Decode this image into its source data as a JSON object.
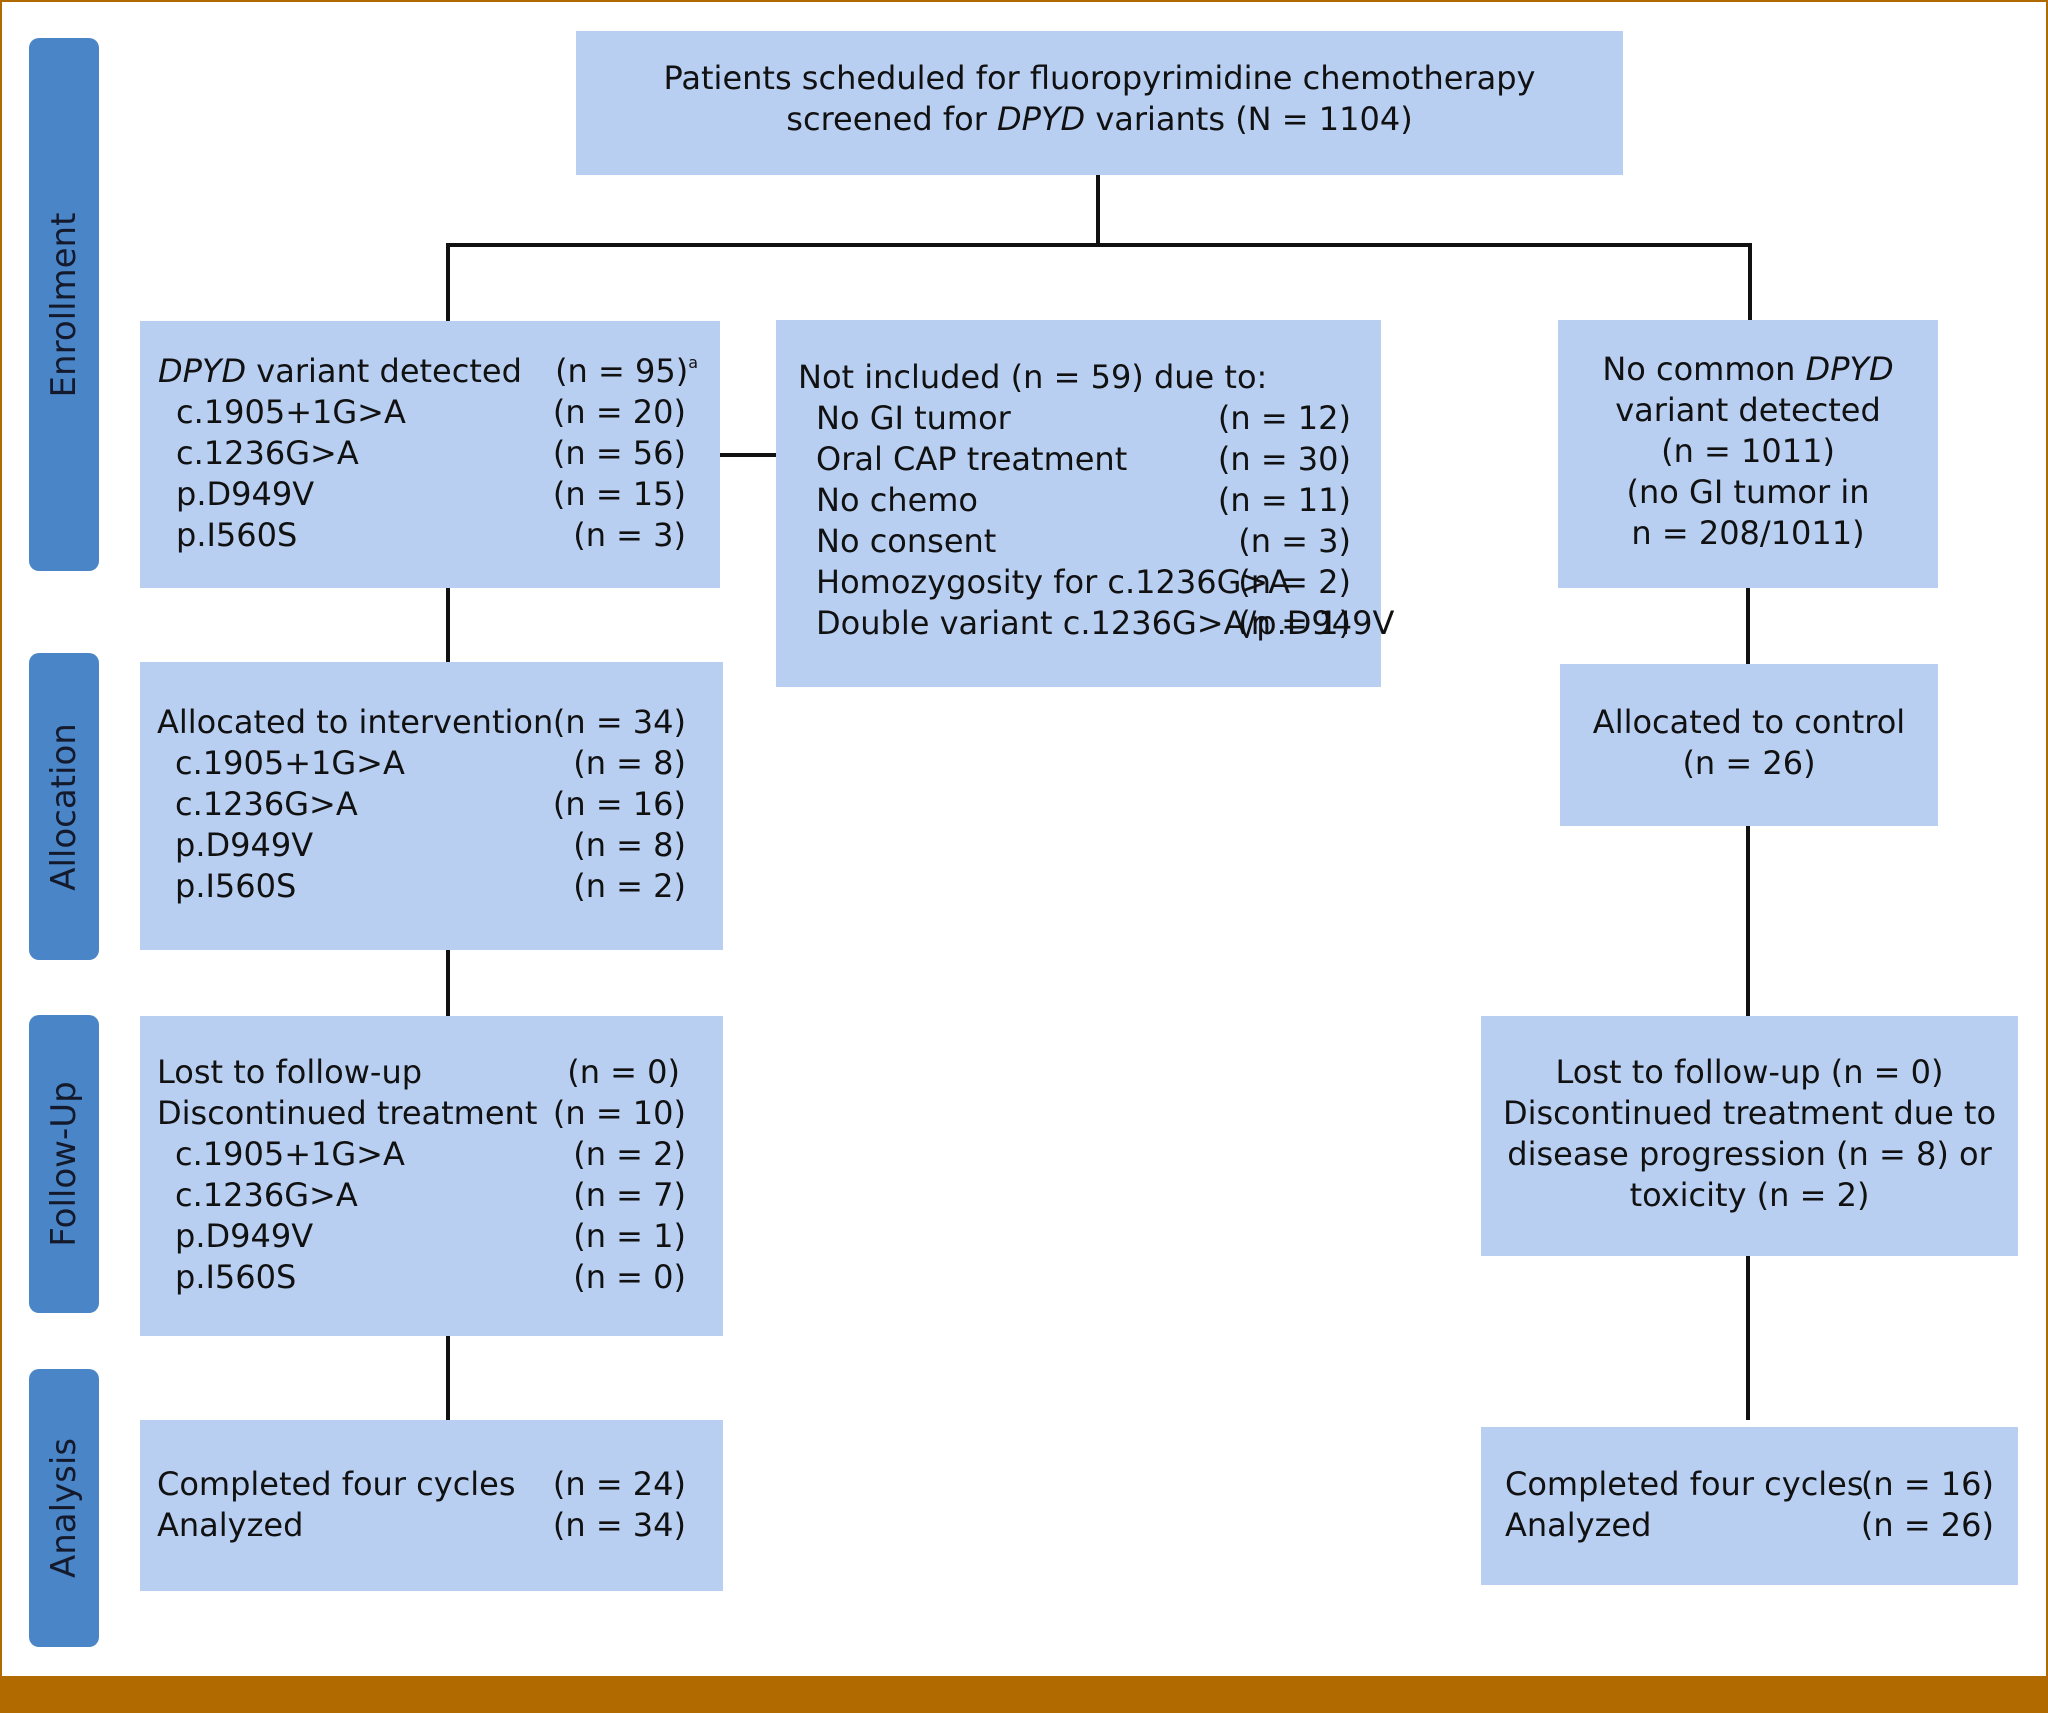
{
  "stages": {
    "enrollment": "Enrollment",
    "allocation": "Allocation",
    "followup": "Follow-Up",
    "analysis": "Analysis"
  },
  "screened": {
    "line1": "Patients scheduled for fluoropyrimidine chemotherapy",
    "line2_a": "screened for ",
    "line2_gene": "DPYD",
    "line2_b": " variants (N = 1104)"
  },
  "variant_detected": {
    "title_gene": "DPYD",
    "title_rest": " variant detected",
    "title_count": "(n = 95)",
    "footnote": "a",
    "rows": [
      {
        "label": "c.1905+1G>A",
        "count": "(n = 20)"
      },
      {
        "label": "c.1236G>A",
        "count": "(n = 56)"
      },
      {
        "label": "p.D949V",
        "count": "(n = 15)"
      },
      {
        "label": "p.I560S",
        "count": "(n = 3)"
      }
    ]
  },
  "not_included": {
    "title": "Not included (n = 59) due to:",
    "rows": [
      {
        "label": "No GI tumor",
        "count": "(n = 12)"
      },
      {
        "label": "Oral CAP treatment",
        "count": "(n = 30)"
      },
      {
        "label": "No chemo",
        "count": "(n = 11)"
      },
      {
        "label": "No consent",
        "count": "(n = 3)"
      },
      {
        "label": "Homozygosity for c.1236G>A",
        "count": "(n = 2)"
      },
      {
        "label": "Double variant c.1236G>A/p.D949V",
        "count": "(n = 1)"
      }
    ]
  },
  "no_variant": {
    "line1_a": "No common ",
    "line1_gene": "DPYD",
    "line2": "variant detected",
    "line3": "(n = 1011)",
    "line4": "(no GI tumor in",
    "line5": "n = 208/1011)"
  },
  "allocated_intervention": {
    "title": "Allocated to intervention",
    "title_count": "(n = 34)",
    "rows": [
      {
        "label": "c.1905+1G>A",
        "count": "(n = 8)"
      },
      {
        "label": "c.1236G>A",
        "count": "(n = 16)"
      },
      {
        "label": "p.D949V",
        "count": "(n = 8)"
      },
      {
        "label": "p.I560S",
        "count": "(n = 2)"
      }
    ]
  },
  "allocated_control": {
    "line1": "Allocated to control",
    "line2": "(n = 26)"
  },
  "followup_intervention": {
    "lost": "Lost to follow-up",
    "lost_count": "(n = 0)",
    "discontinued": "Discontinued treatment",
    "discontinued_count": "(n = 10)",
    "rows": [
      {
        "label": "c.1905+1G>A",
        "count": "(n = 2)"
      },
      {
        "label": "c.1236G>A",
        "count": "(n = 7)"
      },
      {
        "label": "p.D949V",
        "count": "(n = 1)"
      },
      {
        "label": "p.I560S",
        "count": "(n = 0)"
      }
    ]
  },
  "followup_control": {
    "line1": "Lost to follow-up (n = 0)",
    "line2": "Discontinued treatment due to",
    "line3": "disease progression (n = 8) or",
    "line4": "toxicity (n = 2)"
  },
  "analysis_intervention": {
    "completed": "Completed four cycles",
    "completed_count": "(n = 24)",
    "analyzed": "Analyzed",
    "analyzed_count": "(n = 34)"
  },
  "analysis_control": {
    "completed": "Completed four cycles",
    "completed_count": "(n = 16)",
    "analyzed": "Analyzed",
    "analyzed_count": "(n = 26)"
  },
  "colors": {
    "box_fill": "#b8cff2",
    "stage_fill": "#4a85c7",
    "frame": "#b06a00",
    "connector": "#111111"
  }
}
